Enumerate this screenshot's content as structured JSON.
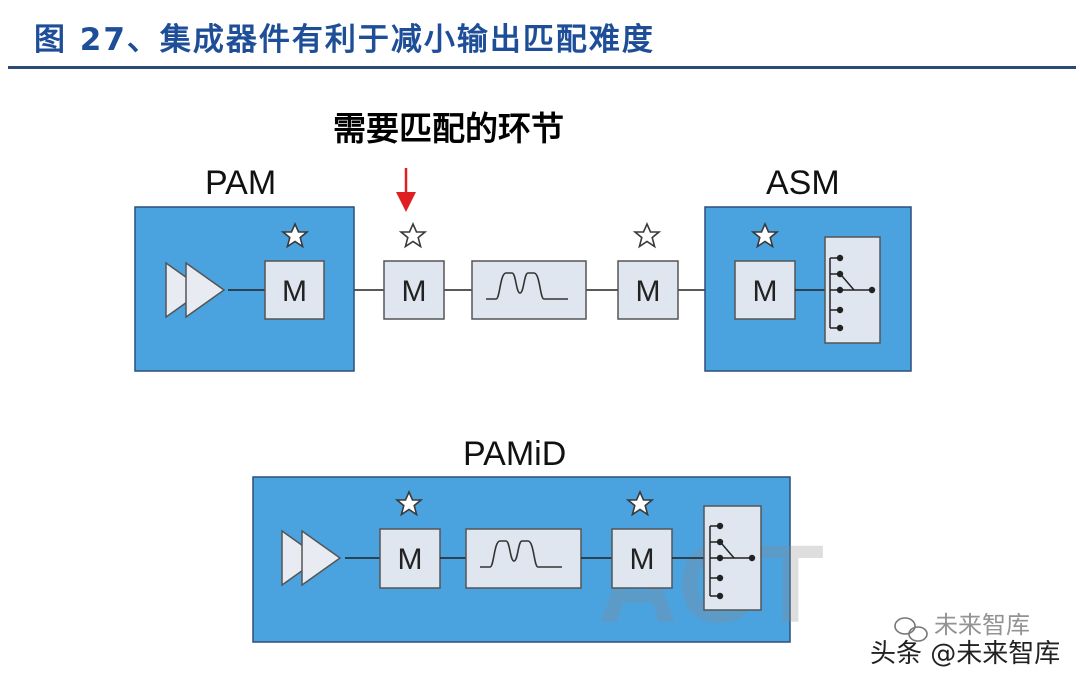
{
  "figure": {
    "title": "图 27、集成器件有利于减小输出匹配难度"
  },
  "annotation": {
    "text": "需要匹配的环节"
  },
  "blocks": {
    "pam": {
      "label": "PAM"
    },
    "asm": {
      "label": "ASM"
    },
    "pamid": {
      "label": "PAMiD"
    }
  },
  "matching": {
    "label": "M"
  },
  "watermark": {
    "text": "ACT"
  },
  "credit": {
    "source": "头条 @未来智库",
    "channel": "未来智库"
  },
  "colors": {
    "title": "#1f4e99",
    "module_fill": "#4aa3df",
    "module_border": "#2c4f7a",
    "component_fill": "#dfe6f0",
    "arrow": "#e02020"
  },
  "icons": [
    "amplifier-icon",
    "star-icon",
    "filter-icon",
    "switch-icon",
    "wechat-icon"
  ]
}
